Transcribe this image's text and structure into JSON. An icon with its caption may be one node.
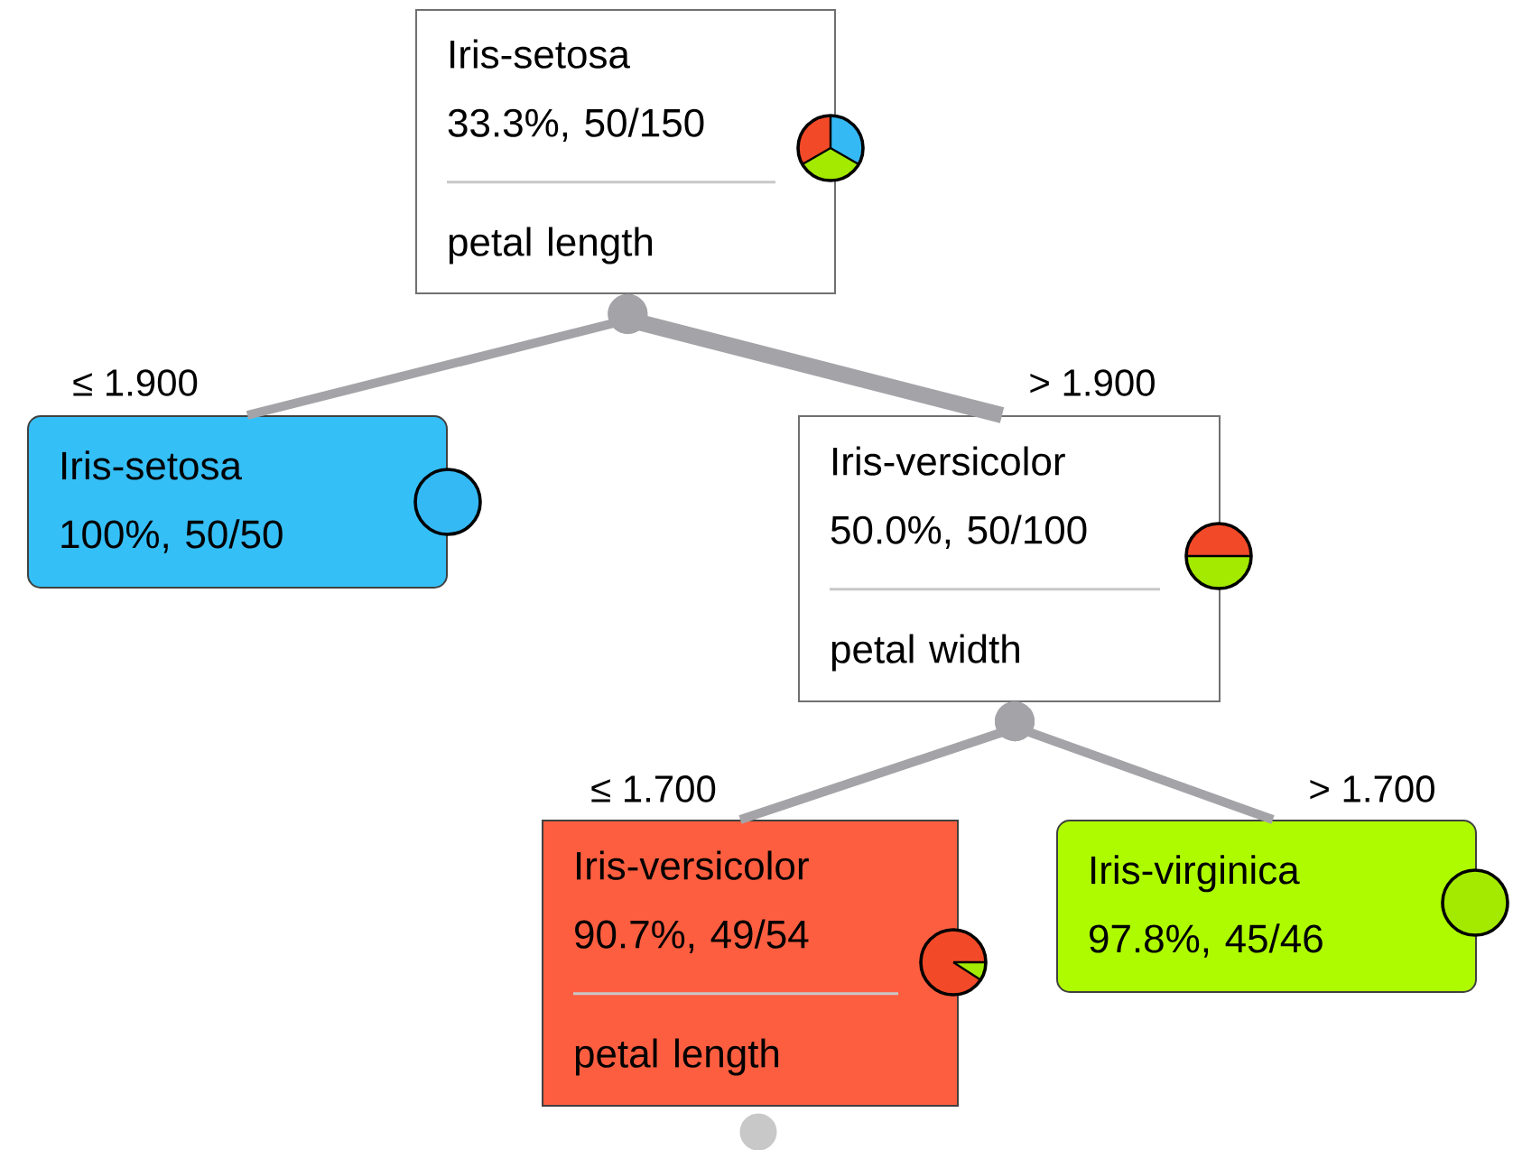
{
  "diagram": {
    "nodes": [
      {
        "text": [
          "Iris-setosa",
          "33.3%, 50/150",
          "petal length"
        ]
      },
      {
        "text": [
          "Iris-setosa",
          "100%, 50/50"
        ]
      },
      {
        "text": [
          "Iris-versicolor",
          "50.0%, 50/100",
          "petal width"
        ]
      },
      {
        "text": [
          "Iris-versicolor",
          "90.7%, 49/54",
          "petal length"
        ]
      },
      {
        "text": [
          "Iris-virginica",
          "97.8%, 45/46"
        ]
      }
    ],
    "edges": [
      {
        "from": 0,
        "to": 1,
        "arrow": "other",
        "label": "≤ 1.900"
      },
      {
        "from": 0,
        "to": 2,
        "arrow": "other",
        "label": "> 1.900",
        "style": "thick"
      },
      {
        "from": 2,
        "to": 3,
        "arrow": "other",
        "label": "≤ 1.700"
      },
      {
        "from": 2,
        "to": 4,
        "arrow": "other",
        "label": "> 1.700"
      }
    ]
  }
}
